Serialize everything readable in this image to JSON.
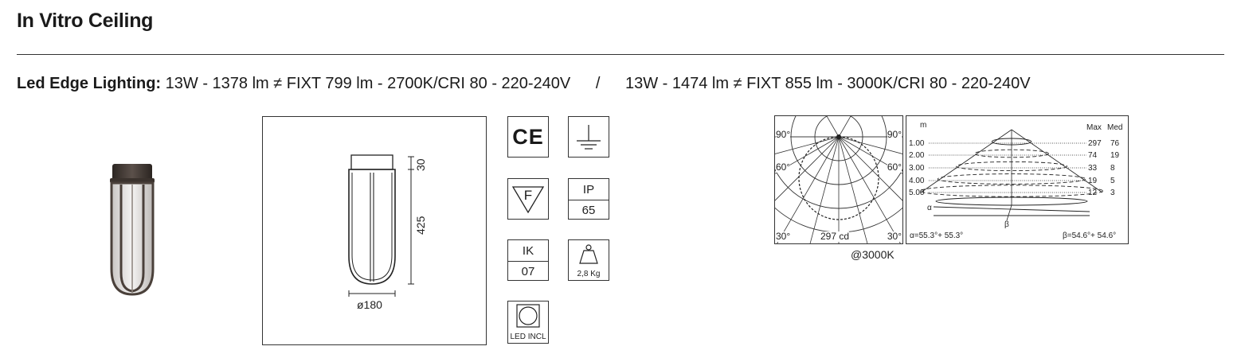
{
  "product": {
    "title": "In Vitro Ceiling"
  },
  "spec": {
    "label": "Led Edge Lighting:",
    "variant_a": "13W - 1378 lm ≠ FIXT 799 lm - 2700K/CRI 80 - 220-240V",
    "separator": "/",
    "variant_b": "13W - 1474 lm ≠ FIXT 855 lm - 3000K/CRI 80 - 220-240V"
  },
  "drawing": {
    "height_top": "30",
    "height_body": "425",
    "diameter": "ø180"
  },
  "icons": {
    "ce": "CE",
    "ground": "ground-symbol",
    "f_mark": "F",
    "ip_label": "IP",
    "ip_value": "65",
    "ik_label": "IK",
    "ik_value": "07",
    "weight": "2,8 Kg",
    "led_incl": "LED INCL"
  },
  "polar": {
    "angle_tl": "90°",
    "angle_tr": "90°",
    "angle_ml": "60°",
    "angle_mr": "60°",
    "angle_bl": "30°",
    "angle_br": "30°",
    "intensity": "297 cd",
    "caption": "@3000K"
  },
  "cone": {
    "unit": "m",
    "header_max": "Max",
    "header_med": "Med",
    "rows": [
      {
        "dist": "1.00",
        "max": "297",
        "med": "76"
      },
      {
        "dist": "2.00",
        "max": "74",
        "med": "19"
      },
      {
        "dist": "3.00",
        "max": "33",
        "med": "8"
      },
      {
        "dist": "4.00",
        "max": "19",
        "med": "5"
      },
      {
        "dist": "5.00",
        "max": "12",
        "med": "3"
      }
    ],
    "alpha_symbol": "α",
    "beta_symbol": "β",
    "alpha_text": "α=55.3°+ 55.3°",
    "beta_text": "β=54.6°+ 54.6°"
  }
}
